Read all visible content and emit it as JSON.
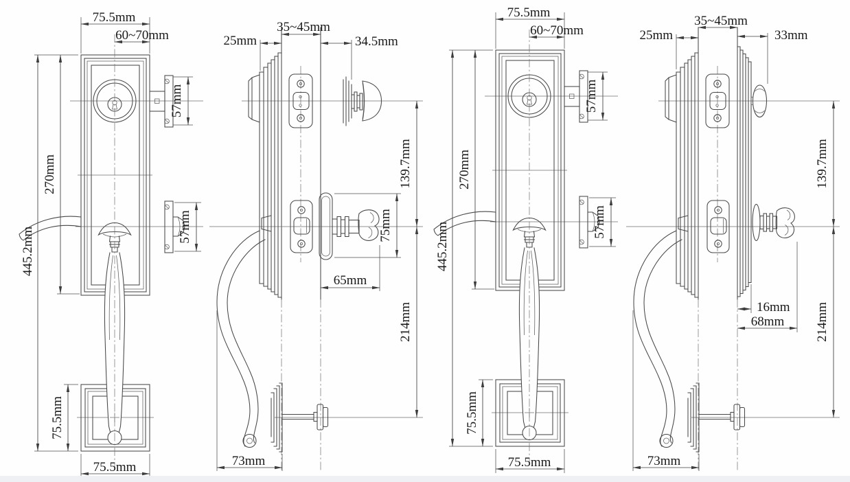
{
  "page": {
    "background_color": "#fefefe",
    "line_color": "#474747",
    "text_color": "#181818",
    "footer_strip_color": "#eef0f3"
  },
  "views": {
    "front": {
      "plate_width": "75.5mm",
      "backset": "60~70mm",
      "deadbolt_latch_height": "57mm",
      "lever_latch_height": "57mm",
      "center_to_center": "270mm",
      "overall_height": "445.2mm",
      "base_plate_height": "75.5mm",
      "base_plate_width": "75.5mm"
    },
    "side_knob": {
      "exterior_projection": "25mm",
      "door_thickness": "35~45mm",
      "interior_projection": "34.5mm",
      "deadbolt_to_handle": "139.7mm",
      "rose_height": "75mm",
      "knob_projection": "65mm",
      "handle_to_bolt": "214mm",
      "grip_projection": "73mm"
    },
    "side_lever": {
      "exterior_projection": "25mm",
      "door_thickness": "35~45mm",
      "interior_projection": "33mm",
      "deadbolt_to_handle": "139.7mm",
      "plate_thickness": "16mm",
      "lever_projection": "68mm",
      "handle_to_bolt": "214mm",
      "grip_projection": "73mm"
    }
  }
}
